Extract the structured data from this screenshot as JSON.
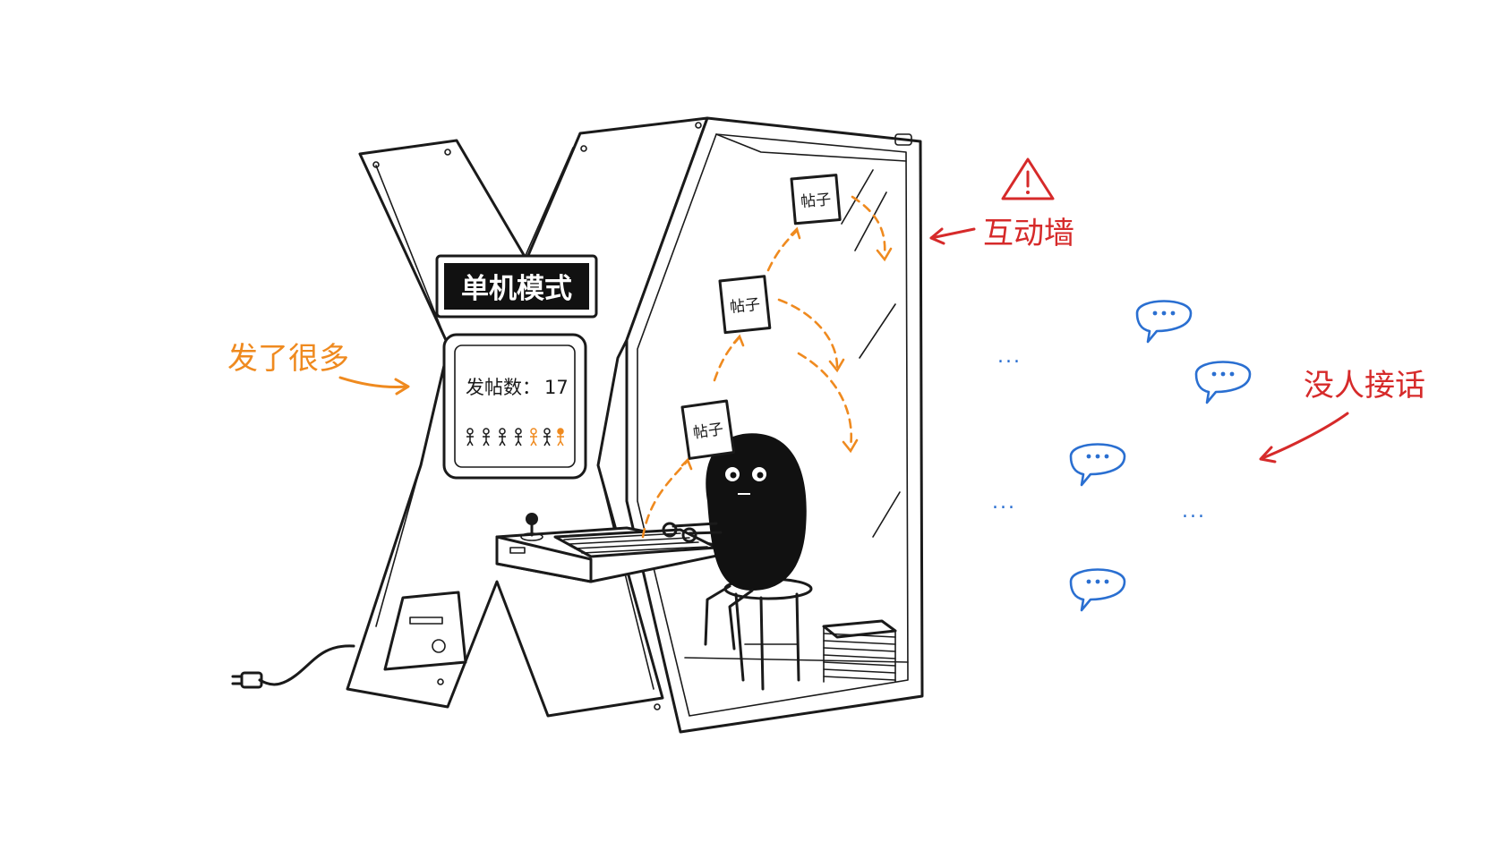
{
  "arcade": {
    "marquee": "单机模式",
    "screen_label": "发帖数：",
    "screen_count": "17",
    "post_label": "帖子"
  },
  "annotations": {
    "left": "发了很多",
    "wall": "互动墙",
    "right": "没人接话",
    "ellipsis": "..."
  },
  "colors": {
    "ink": "#1a1a1a",
    "orange": "#ef8a1f",
    "red": "#d62a2a",
    "blue": "#2a6fd1"
  }
}
